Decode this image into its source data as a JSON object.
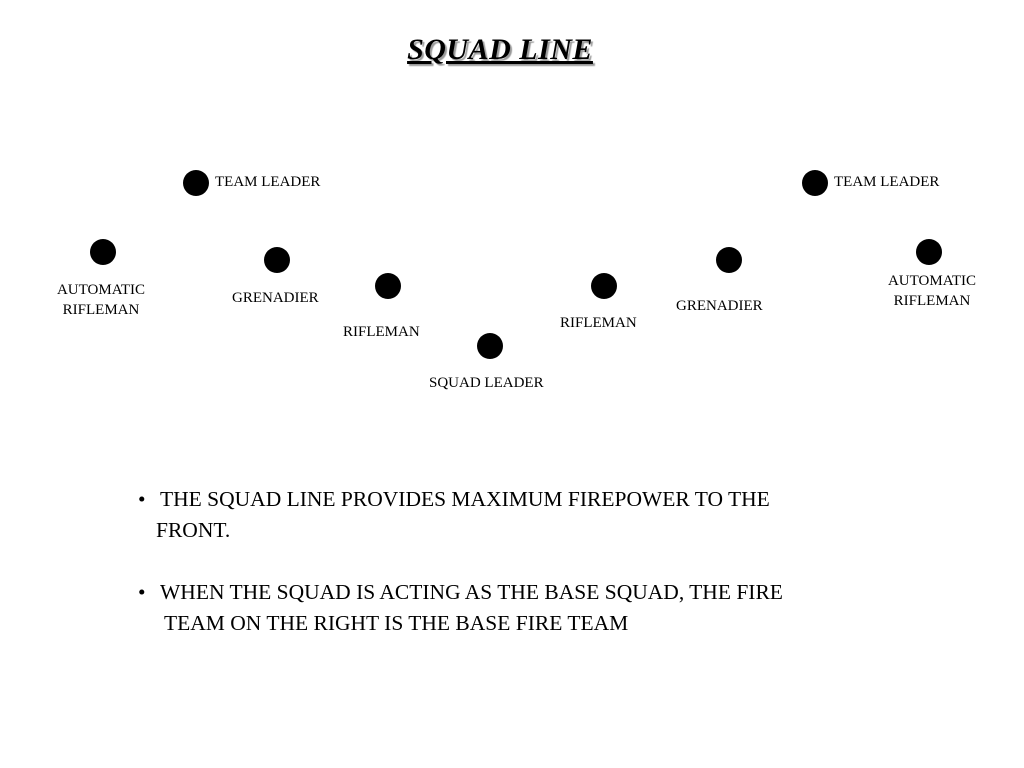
{
  "title": "SQUAD LINE",
  "positions": {
    "team_leader_left": "TEAM LEADER",
    "team_leader_right": "TEAM LEADER",
    "automatic_rifleman_left": [
      "AUTOMATIC",
      "RIFLEMAN"
    ],
    "automatic_rifleman_right": [
      "AUTOMATIC",
      "RIFLEMAN"
    ],
    "grenadier_left": "GRENADIER",
    "grenadier_right": "GRENADIER",
    "rifleman_left": "RIFLEMAN",
    "rifleman_right": "RIFLEMAN",
    "squad_leader": "SQUAD LEADER"
  },
  "bullets": [
    {
      "mark": "•",
      "lines": [
        "THE SQUAD LINE PROVIDES MAXIMUM FIREPOWER TO THE",
        "FRONT."
      ]
    },
    {
      "mark": "•",
      "lines": [
        "WHEN THE SQUAD IS ACTING AS THE BASE SQUAD, THE FIRE",
        "TEAM ON THE RIGHT IS THE BASE FIRE TEAM"
      ]
    }
  ],
  "colors": {
    "marker": "#000000",
    "background": "#ffffff",
    "title_shadow": "#9a9a9a"
  }
}
